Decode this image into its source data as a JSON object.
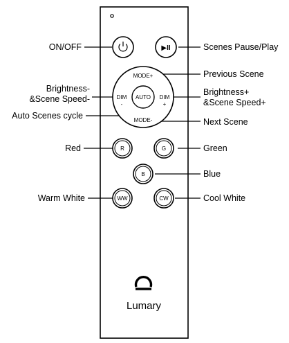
{
  "remote": {
    "buttons": {
      "power": "",
      "play_pause": "▶II",
      "mode_plus": "MODE+",
      "mode_minus": "MODE-",
      "dim_minus_top": "DIM",
      "dim_minus_bottom": "-",
      "dim_plus_top": "DIM",
      "dim_plus_bottom": "+",
      "auto": "AUTO",
      "red": "R",
      "green": "G",
      "blue": "B",
      "warm_white": "WW",
      "cool_white": "CW"
    },
    "brand": "Lumary"
  },
  "labels": {
    "on_off": "ON/OFF",
    "scenes_pause_play": "Scenes Pause/Play",
    "previous_scene": "Previous Scene",
    "brightness_minus_1": "Brightness-",
    "brightness_minus_2": "&Scene Speed-",
    "brightness_plus_1": "Brightness+",
    "brightness_plus_2": "&Scene Speed+",
    "auto_scenes_cycle": "Auto Scenes cycle",
    "next_scene": "Next Scene",
    "red": "Red",
    "green": "Green",
    "blue": "Blue",
    "warm_white": "Warm White",
    "cool_white": "Cool White"
  }
}
